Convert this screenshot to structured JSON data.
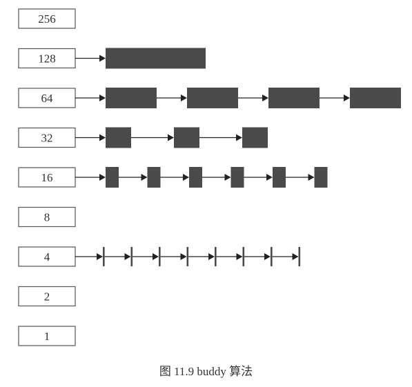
{
  "diagram": {
    "title": "buddy free-list diagram",
    "rows": [
      {
        "label": "256",
        "blocks": 0
      },
      {
        "label": "128",
        "blocks": 1
      },
      {
        "label": "64",
        "blocks": 4
      },
      {
        "label": "32",
        "blocks": 3
      },
      {
        "label": "16",
        "blocks": 6
      },
      {
        "label": "8",
        "blocks": 0
      },
      {
        "label": "4",
        "blocks": 8
      },
      {
        "label": "2",
        "blocks": 0
      },
      {
        "label": "1",
        "blocks": 0
      }
    ],
    "colors": {
      "block": "#4a4a4a",
      "border": "#555555",
      "arrow": "#222222"
    }
  },
  "caption": "图 11.9    buddy 算法"
}
